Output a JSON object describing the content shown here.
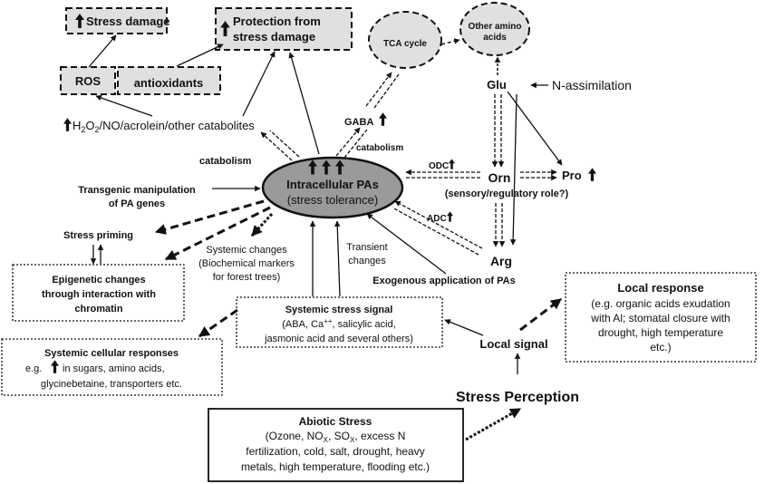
{
  "nodes": {
    "stress_damage": "Stress damage",
    "protection_line1": "Protection from",
    "protection_line2": "stress damage",
    "tca_cycle": "TCA cycle",
    "other_amino_line1": "Other amino",
    "other_amino_line2": "acids",
    "ros": "ROS",
    "antioxidants": "antioxidants",
    "glu": "Glu",
    "n_assimilation": "N-assimilation",
    "catabolites": {
      "h": "H",
      "two": "2",
      "o": "O",
      "rest": "/NO/acrolein/other catabolites"
    },
    "gaba": "GABA",
    "catabolism_right": "catabolism",
    "catabolism_left": "catabolism",
    "intracellular_line1": "Intracellular PAs",
    "intracellular_line2": "(stress tolerance)",
    "odc": "ODC",
    "orn": "Orn",
    "pro": "Pro",
    "sensory_role": "(sensory/regulatory role?)",
    "transgenic_line1": "Transgenic manipulation",
    "transgenic_line2": "of PA genes",
    "adc": "ADC",
    "stress_priming": "Stress priming",
    "systemic_changes_line1": "Systemic changes",
    "systemic_changes_line2": "(Biochemical markers",
    "systemic_changes_line3": "for forest trees)",
    "transient_line1": "Transient",
    "transient_line2": "changes",
    "arg": "Arg",
    "exogenous": "Exogenous application of PAs",
    "epigenetic_line1": "Epigenetic changes",
    "epigenetic_line2": "through interaction with",
    "epigenetic_line3": "chromatin",
    "local_response_title": "Local response",
    "local_response_line1": "(e.g. organic acids exudation",
    "local_response_line2": "with Al; stomatal closure with",
    "local_response_line3": "drought, high temperature",
    "local_response_line4": "etc.)",
    "systemic_signal_title": "Systemic stress signal",
    "systemic_signal_line1_a": "(ABA, Ca",
    "systemic_signal_line1_sup": "++",
    "systemic_signal_line1_b": ", salicylic acid,",
    "systemic_signal_line2": "jasmonic acid and several others)",
    "systemic_cellular_title": "Systemic cellular responses",
    "systemic_cellular_line1_a": "e.g.",
    "systemic_cellular_line1_b": "in sugars, amino acids,",
    "systemic_cellular_line2": "glycinebetaine, transporters etc.",
    "local_signal": "Local signal",
    "stress_perception": "Stress Perception",
    "abiotic_title": "Abiotic Stress",
    "abiotic_line1": {
      "a": "(Ozone, NO",
      "x1": "X",
      "b": ", SO",
      "x2": "X",
      "c": ", excess N"
    },
    "abiotic_line2": "fertilization, cold, salt, drought, heavy",
    "abiotic_line3": "metals, high temperature, flooding etc.)"
  },
  "icons": [
    "up-arrow-icon"
  ],
  "colors": {
    "box_fill": "#e0e0e0",
    "central_fill": "#9a9a9a",
    "text": "#111111"
  }
}
